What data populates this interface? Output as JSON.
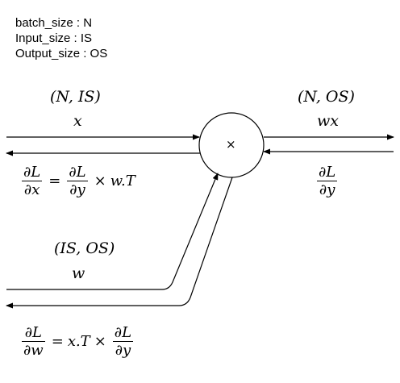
{
  "legend": {
    "batch": "batch_size : N",
    "input": "Input_size : IS",
    "output": "Output_size : OS"
  },
  "x_shape": "(N, IS)",
  "x_label": "x",
  "wx_shape": "(N, OS)",
  "wx_label": "wx",
  "w_shape": "(IS, OS)",
  "w_label": "w",
  "multiply_symbol": "×",
  "dx": {
    "lhs_num": "∂L",
    "lhs_den": "∂x",
    "eq": "=",
    "rhs_num": "∂L",
    "rhs_den": "∂y",
    "times": "×",
    "tail": "w.T"
  },
  "dy": {
    "num": "∂L",
    "den": "∂y"
  },
  "dw": {
    "lhs_num": "∂L",
    "lhs_den": "∂w",
    "eq": "=",
    "head": "x.T",
    "times": "×",
    "rhs_num": "∂L",
    "rhs_den": "∂y"
  }
}
